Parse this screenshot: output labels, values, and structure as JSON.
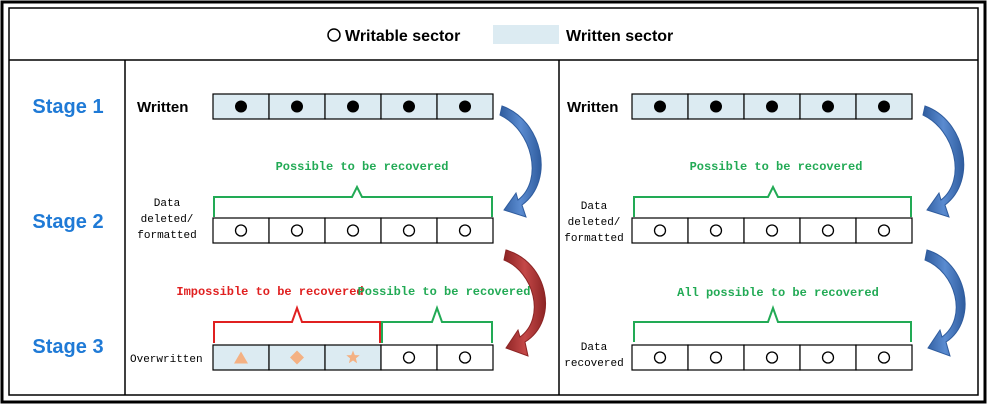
{
  "legend": {
    "writable_label": "Writable sector",
    "written_label": "Written sector"
  },
  "stages": [
    "Stage 1",
    "Stage 2",
    "Stage 3"
  ],
  "left_panel": {
    "written_label": "Written",
    "deleted_label_lines": [
      "Data",
      "deleted/",
      "formatted"
    ],
    "stage2_bracket_label": "Possible to be recovered",
    "stage3_red_label": "Impossible to be recovered",
    "stage3_green_label": "Possible to be recovered",
    "overwritten_label": "Overwritten",
    "overwritten_symbols": [
      "triangle",
      "diamond",
      "star"
    ]
  },
  "right_panel": {
    "written_label": "Written",
    "deleted_label_lines": [
      "Data",
      "deleted/",
      "formatted"
    ],
    "stage2_bracket_label": "Possible to be recovered",
    "stage3_bracket_label": "All possible to be recovered",
    "recovered_label_lines": [
      "Data",
      "recovered"
    ]
  },
  "colors": {
    "written_fill": "#dcebf2",
    "stage_text": "#1f7ad6",
    "green": "#22aa55",
    "red": "#e02020",
    "orange_symbol": "#f4b183",
    "arrow_blue": "#3f6fb6",
    "arrow_red": "#a93131"
  }
}
